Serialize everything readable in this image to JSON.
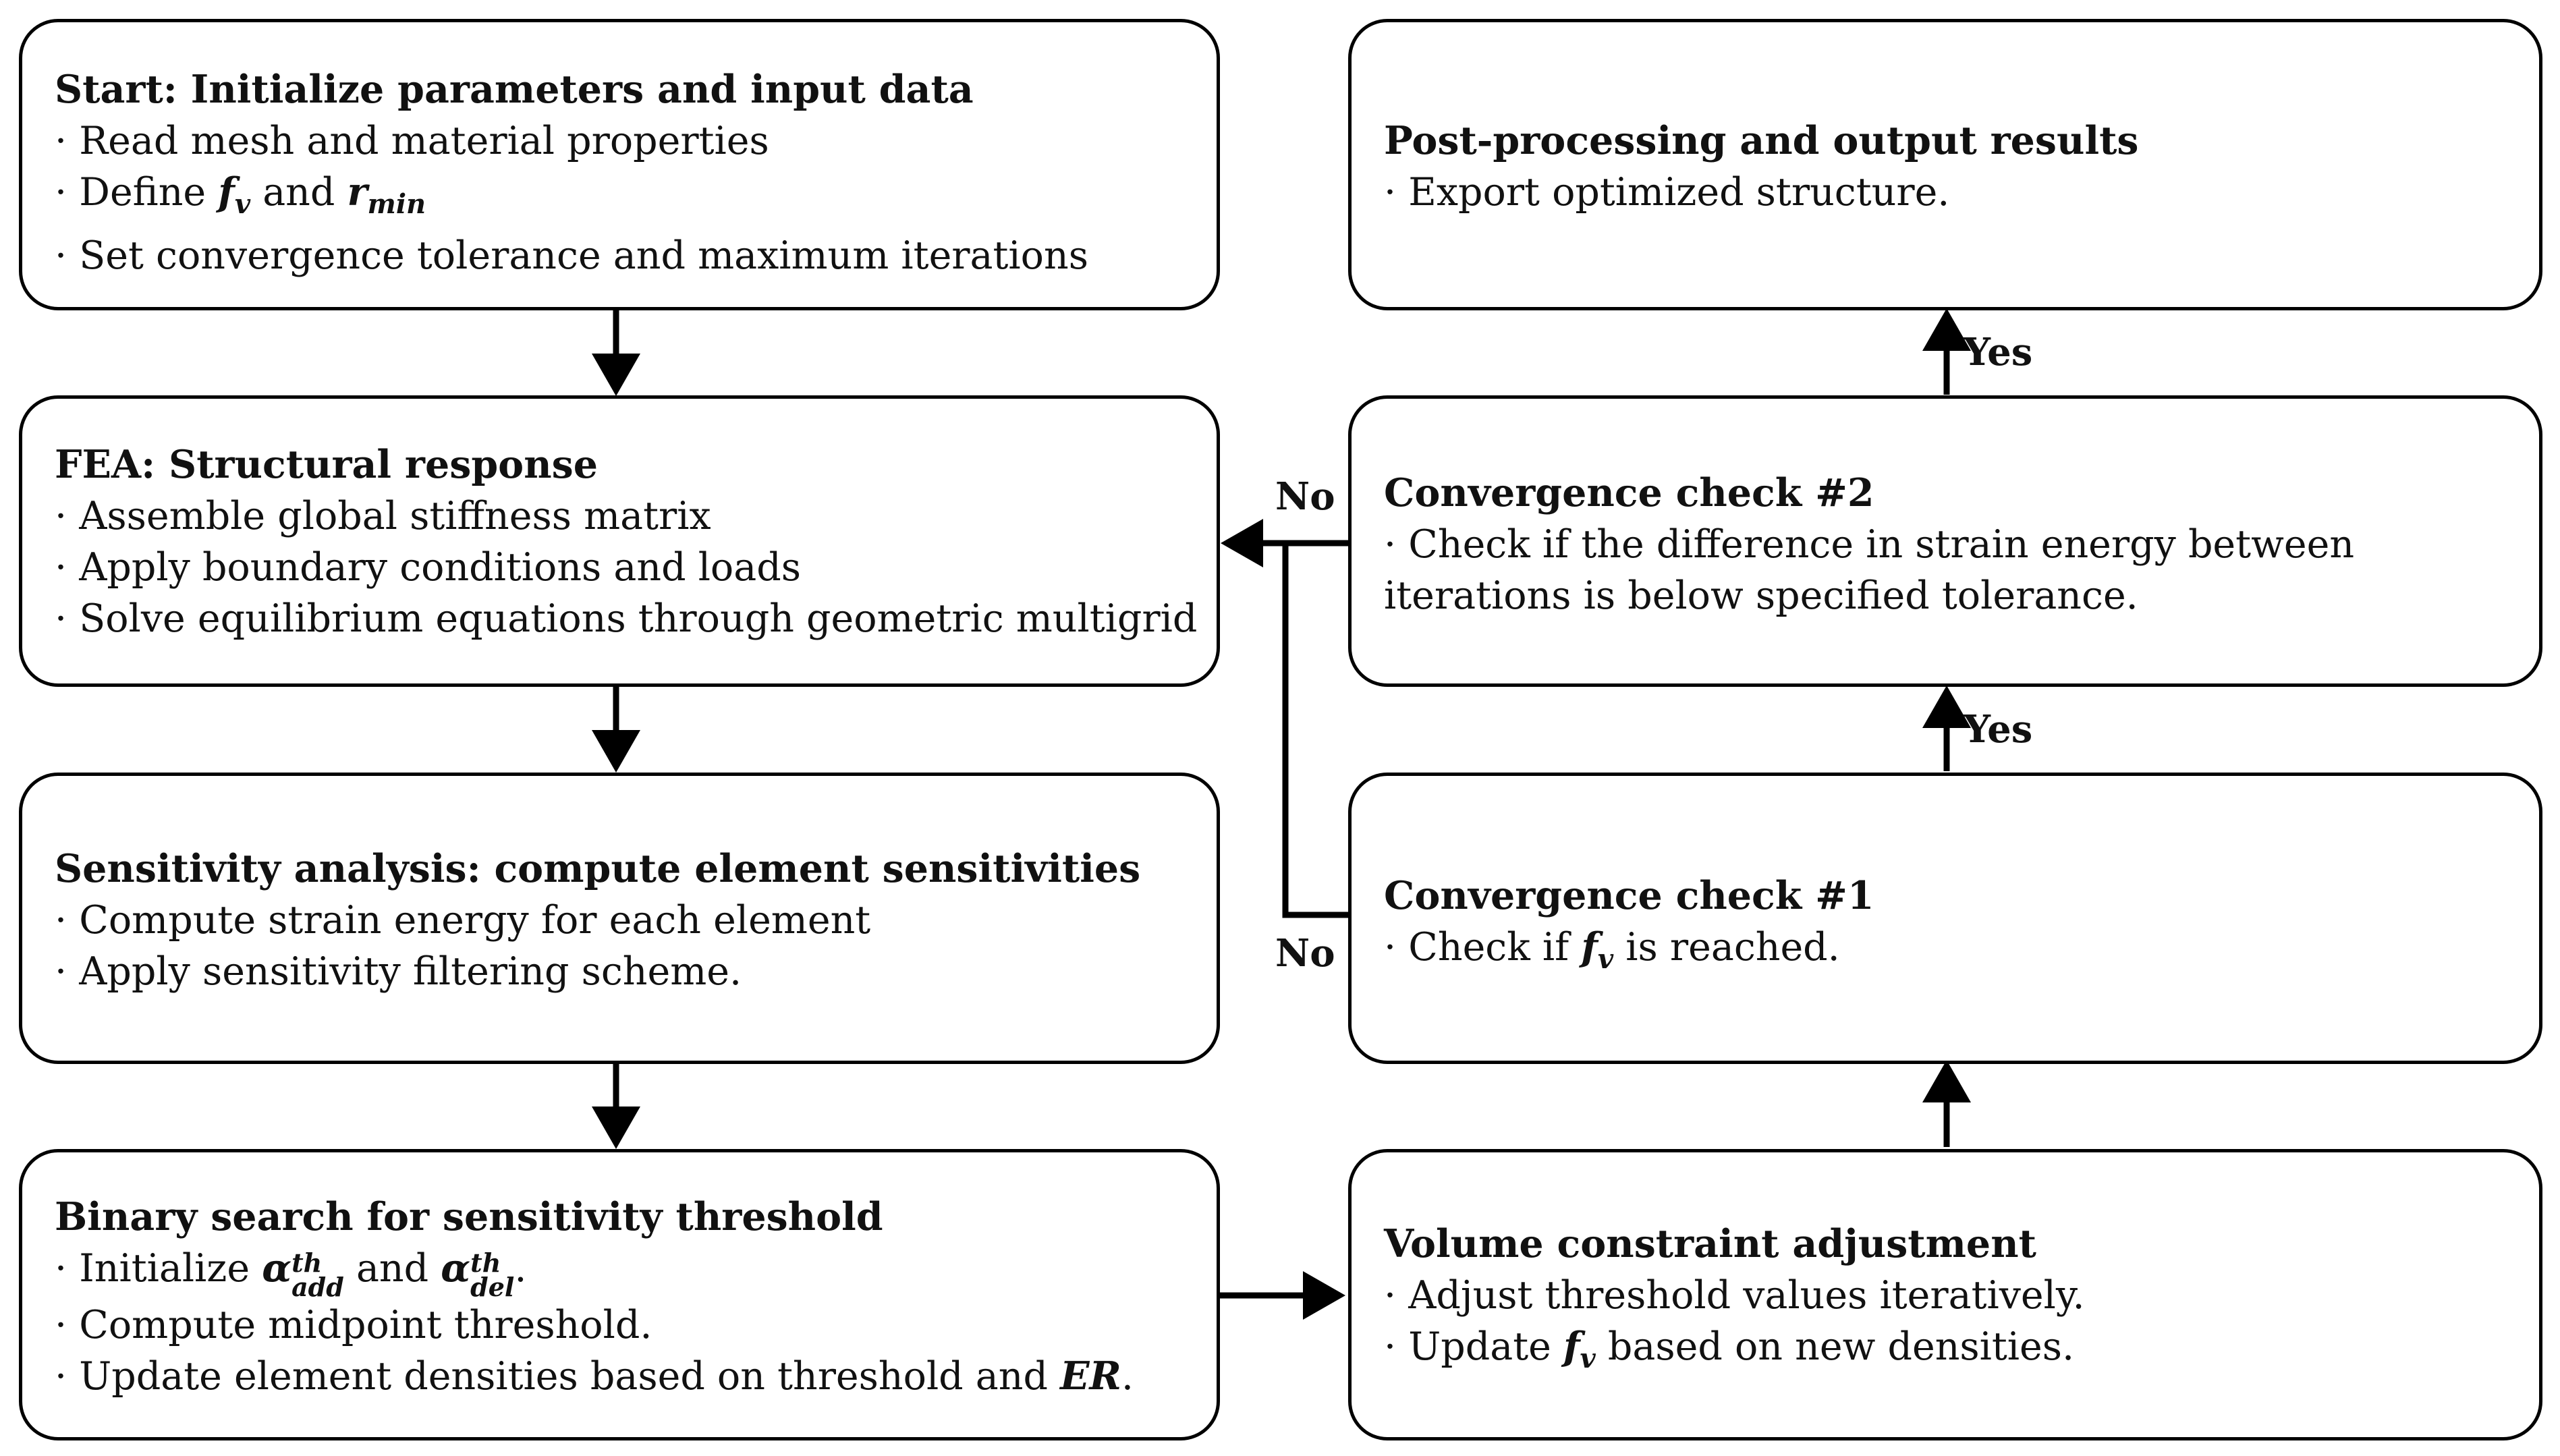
{
  "boxes": {
    "start": {
      "title": "Start: Initialize parameters and input data",
      "line1": "Read mesh and material properties",
      "line2_a": "Define",
      "line2_var1": "f",
      "line2_var1_sub": "v",
      "line2_b": "and",
      "line2_var2": "r",
      "line2_var2_sub": "min",
      "line3": "Set convergence tolerance and maximum iterations"
    },
    "fea": {
      "title": "FEA: Structural response",
      "line1": "Assemble global stiffness matrix",
      "line2": "Apply boundary conditions and loads",
      "line3": "Solve equilibrium equations through geometric multigrid"
    },
    "sensitivity": {
      "title": "Sensitivity analysis: compute element sensitivities",
      "line1": "Compute strain energy for each element",
      "line2": "Apply sensitivity filtering scheme."
    },
    "binary": {
      "title": "Binary search for sensitivity threshold",
      "line1_a": "Initialize",
      "alpha": "α",
      "sup": "th",
      "sub_add": "add",
      "sub_del": "del",
      "line1_b": "and",
      "line1_c": ".",
      "line2": "Compute midpoint threshold.",
      "line3_a": "Update element densities based on threshold and",
      "line3_var": "ER",
      "line3_b": "."
    },
    "post": {
      "title": "Post-processing and output results",
      "line1": "Export optimized structure."
    },
    "conv2": {
      "title": "Convergence check #2",
      "line1": "Check if the difference in strain energy between iterations is below specified tolerance."
    },
    "conv1": {
      "title": "Convergence check #1",
      "line1_a": "Check if",
      "var": "f",
      "var_sub": "v",
      "line1_b": "is reached."
    },
    "volume": {
      "title": "Volume constraint adjustment",
      "line1": "Adjust threshold values iteratively.",
      "line2_a": "Update",
      "var": "f",
      "var_sub": "v",
      "line2_b": "based on new densities."
    }
  },
  "bullet": "·",
  "labels": {
    "yes_top": "Yes",
    "yes_mid": "Yes",
    "no_top": "No",
    "no_bottom": "No"
  }
}
